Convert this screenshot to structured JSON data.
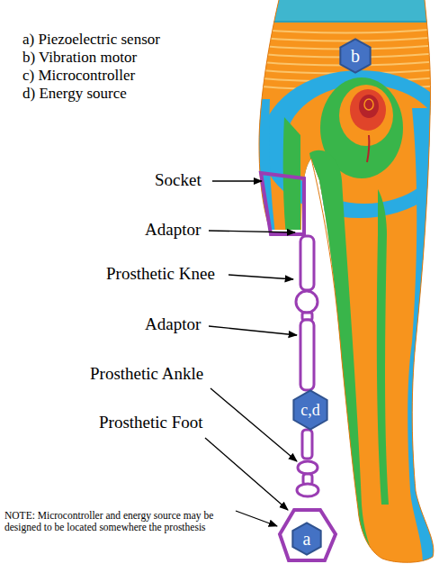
{
  "diagram": {
    "nodes": [
      {
        "text": [
          "b"
        ]
      },
      {
        "text": [
          "c,d"
        ]
      },
      {
        "text": [
          "a"
        ]
      }
    ],
    "labels": [
      "a) Piezoelectric sensor",
      "b) Vibration motor",
      "c) Microcontroller",
      "d) Energy source",
      "Socket",
      "Adaptor",
      "Prosthetic Knee",
      "Adaptor",
      "Prosthetic Ankle",
      "Prosthetic Foot",
      "NOTE: Microcontroller and energy source may be designed to be located somewhere the prosthesis"
    ]
  }
}
